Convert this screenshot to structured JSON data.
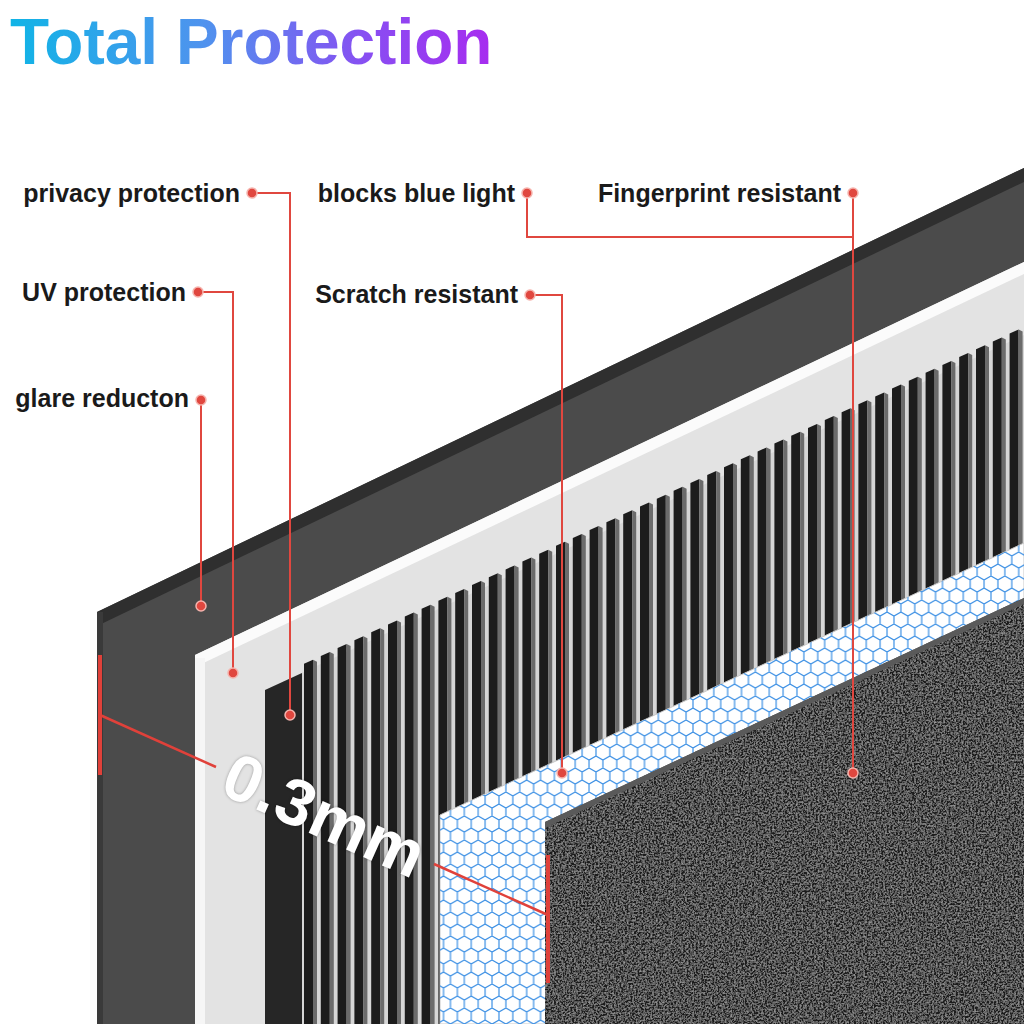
{
  "diagram": {
    "title": "Total Protection",
    "labels": [
      "privacy protection",
      "blocks blue light",
      "Fingerprint resistant",
      "UV protection",
      "Scratch resistant",
      "glare reducton",
      "0.3mm"
    ]
  }
}
